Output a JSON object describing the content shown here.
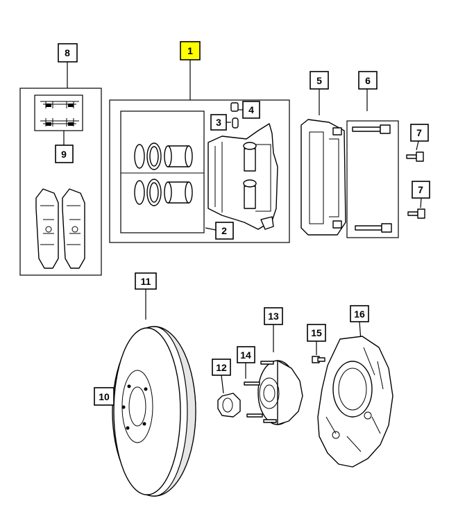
{
  "colors": {
    "highlight": "#ffff00",
    "line": "#000000",
    "background": "#ffffff"
  },
  "callouts": {
    "c1": "1",
    "c2": "2",
    "c3": "3",
    "c4": "4",
    "c5": "5",
    "c6": "6",
    "c7a": "7",
    "c7b": "7",
    "c8": "8",
    "c9": "9",
    "c10": "10",
    "c11": "11",
    "c12": "12",
    "c13": "13",
    "c14": "14",
    "c15": "15",
    "c16": "16"
  },
  "highlighted_callout": "1"
}
